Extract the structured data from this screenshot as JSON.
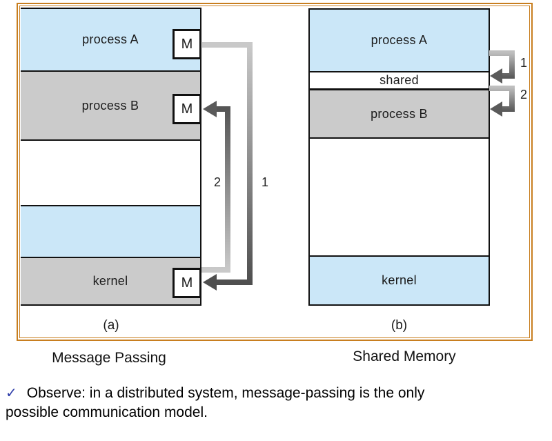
{
  "colors": {
    "band_blue": "#cbe7f8",
    "band_gray": "#cbcbcb",
    "frame_orange": "#c87e1f",
    "arrow_light": "#c8c8c8",
    "arrow_dark": "#4f4f4f",
    "check_blue": "#2b3aa8"
  },
  "panel_a": {
    "caption": "(a)",
    "title": "Message Passing",
    "process_a_label": "process A",
    "process_b_label": "process B",
    "kernel_label": "kernel",
    "message_box_label": "M",
    "arrow1_label": "1",
    "arrow2_label": "2"
  },
  "panel_b": {
    "caption": "(b)",
    "title": "Shared Memory",
    "process_a_label": "process A",
    "shared_label": "shared",
    "process_b_label": "process B",
    "kernel_label": "kernel",
    "arrow1_label": "1",
    "arrow2_label": "2"
  },
  "note": {
    "check_icon": "✓",
    "line1": "Observe: in a distributed system, message-passing is the only",
    "line2": "possible communication model."
  }
}
